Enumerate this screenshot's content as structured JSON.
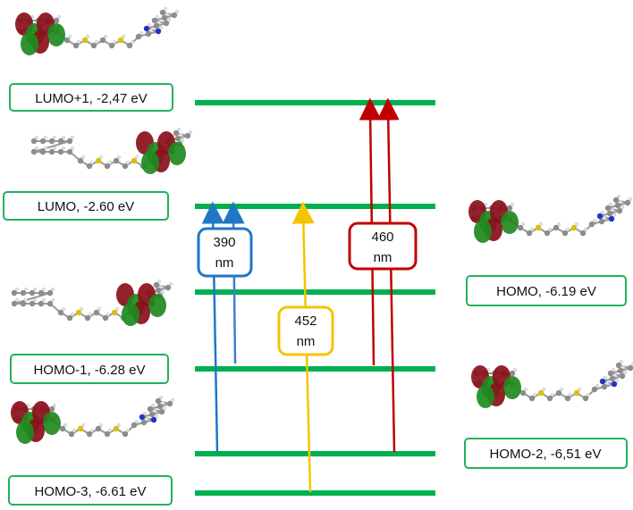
{
  "orbitals": [
    {
      "id": "lumo1",
      "label": "LUMO+1, -2,47 eV"
    },
    {
      "id": "lumo",
      "label": "LUMO, -2.60 eV"
    },
    {
      "id": "homo1",
      "label": "HOMO-1, -6.28 eV"
    },
    {
      "id": "homo3",
      "label": "HOMO-3, -6.61 eV"
    },
    {
      "id": "homo",
      "label": "HOMO, -6.19 eV"
    },
    {
      "id": "homo2",
      "label": "HOMO-2, -6,51 eV"
    }
  ],
  "transitions": [
    {
      "id": "t390",
      "value": "390",
      "unit": "nm",
      "color": "#1f77c4"
    },
    {
      "id": "t452",
      "value": "452",
      "unit": "nm",
      "color": "#f5c400"
    },
    {
      "id": "t460",
      "value": "460",
      "unit": "nm",
      "color": "#c00000"
    }
  ],
  "colors": {
    "level_line": "#00b050",
    "box_border": "#22b15a",
    "lobe_red": "#8b0f1a",
    "lobe_green": "#1e8a1e"
  }
}
